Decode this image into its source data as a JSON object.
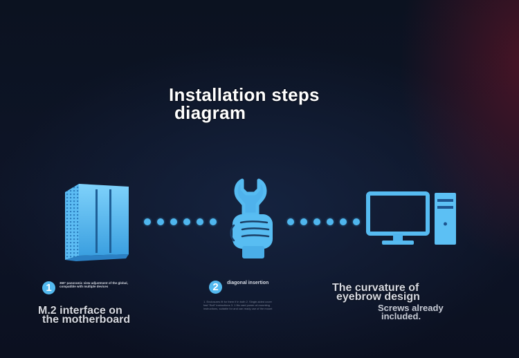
{
  "title": {
    "line1": "Installation steps",
    "line2": "diagram"
  },
  "steps": [
    {
      "number": "1",
      "caption": "360° panoramic view adjustment of the global, compatible with multiple devices",
      "label_line1": "M.2 interface on",
      "label_line2": "the motherboard"
    },
    {
      "number": "2",
      "caption": "diagonal insertion",
      "note": "1. Enclosures fit for them if in both 2. Single-sided cover fast \"Bolt\" instructions 3. 1 fits card power-of-mounting instructions, suitable for and can ready use of the mount"
    },
    {
      "caption_line1": "The curvature of",
      "caption_line2": "eyebrow design",
      "label_line1": "Screws already",
      "label_line2": "included."
    }
  ],
  "icons": [
    "cooler-module-icon",
    "wrench-hand-icon",
    "desktop-computer-icon"
  ],
  "colors": {
    "accent": "#53b9ef",
    "background": "#0e1528"
  }
}
